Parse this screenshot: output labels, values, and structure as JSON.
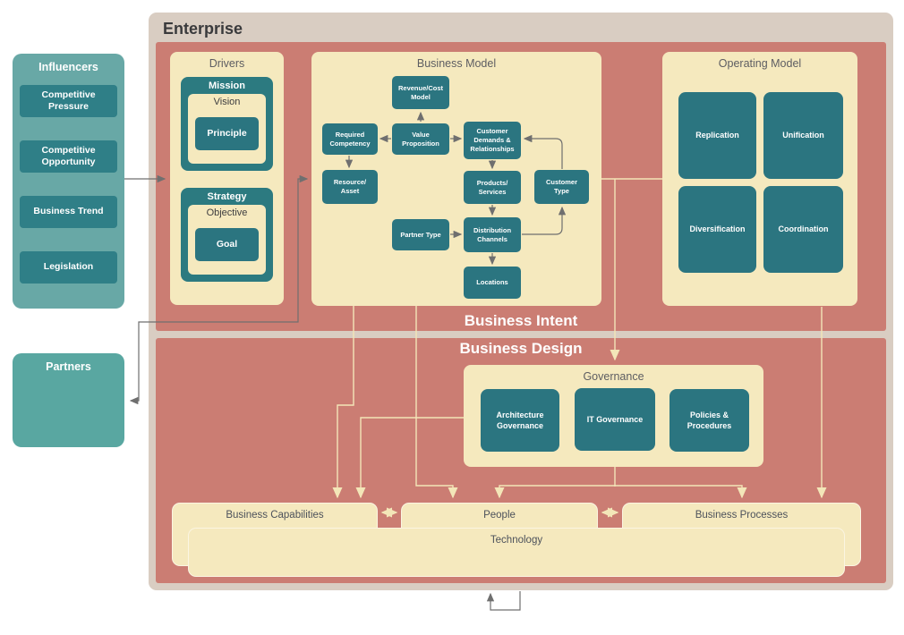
{
  "enterprise": {
    "title": "Enterprise"
  },
  "influencers": {
    "title": "Influencers",
    "items": [
      {
        "label": "Competitive\nPressure"
      },
      {
        "label": "Competitive\nOpportunity"
      },
      {
        "label": "Business Trend"
      },
      {
        "label": "Legislation"
      }
    ]
  },
  "partners": {
    "title": "Partners"
  },
  "sections": {
    "intent_label": "Business Intent",
    "design_label": "Business Design"
  },
  "drivers": {
    "title": "Drivers",
    "mission": "Mission",
    "vision": "Vision",
    "principle": "Principle",
    "strategy": "Strategy",
    "objective": "Objective",
    "goal": "Goal"
  },
  "business_model": {
    "title": "Business Model",
    "nodes": {
      "revenue_cost": "Revenue/Cost\nModel",
      "required_competency": "Required\nCompetency",
      "value_proposition": "Value\nProposition",
      "customer_demands": "Customer\nDemands &\nRelationships",
      "resource_asset": "Resource/\nAsset",
      "products_services": "Products/\nServices",
      "customer_type": "Customer\nType",
      "partner_type": "Partner Type",
      "distribution_channels": "Distribution\nChannels",
      "locations": "Locations"
    }
  },
  "operating_model": {
    "title": "Operating Model",
    "cells": [
      {
        "label": "Replication"
      },
      {
        "label": "Unification"
      },
      {
        "label": "Diversification"
      },
      {
        "label": "Coordination"
      }
    ]
  },
  "governance": {
    "title": "Governance",
    "items": [
      {
        "label": "Architecture\nGovernance"
      },
      {
        "label": "IT Governance"
      },
      {
        "label": "Policies &\nProcedures"
      }
    ]
  },
  "design_boxes": {
    "business_capabilities": "Business Capabilities",
    "people": "People",
    "business_processes": "Business Processes",
    "technology": "Technology"
  },
  "colors": {
    "enterprise_tan": "#d9cdc2",
    "section_salmon": "#cb7d73",
    "cream": "#f5e9be",
    "teal_dark": "#2b7580",
    "influencers_teal": "#68a8a6",
    "influencer_item_teal": "#2f7f87",
    "partners_teal": "#59a7a1",
    "gray_connector": "#6f6f6f",
    "cream_connector": "#f3e6b8"
  }
}
